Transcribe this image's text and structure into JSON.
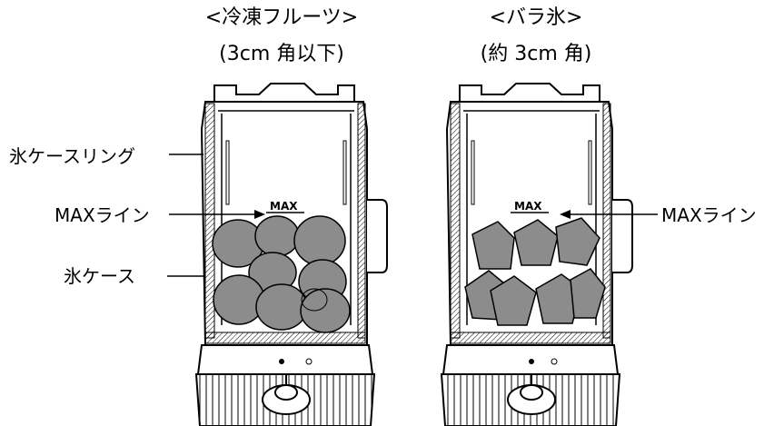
{
  "left_panel": {
    "title": "<冷凍フルーツ>",
    "subtitle": "(3cm 角以下)",
    "labels": {
      "ring": "氷ケースリング",
      "max_line": "MAXライン",
      "case": "氷ケース"
    },
    "max_mark": "MAX"
  },
  "right_panel": {
    "title": "<バラ氷>",
    "subtitle": "(約 3cm 角)",
    "labels": {
      "max_line": "MAXライン"
    },
    "max_mark": "MAX"
  },
  "colors": {
    "line": "#000000",
    "fill_gray": "#8c8c8c",
    "hatch": "#000000",
    "background": "#ffffff"
  }
}
